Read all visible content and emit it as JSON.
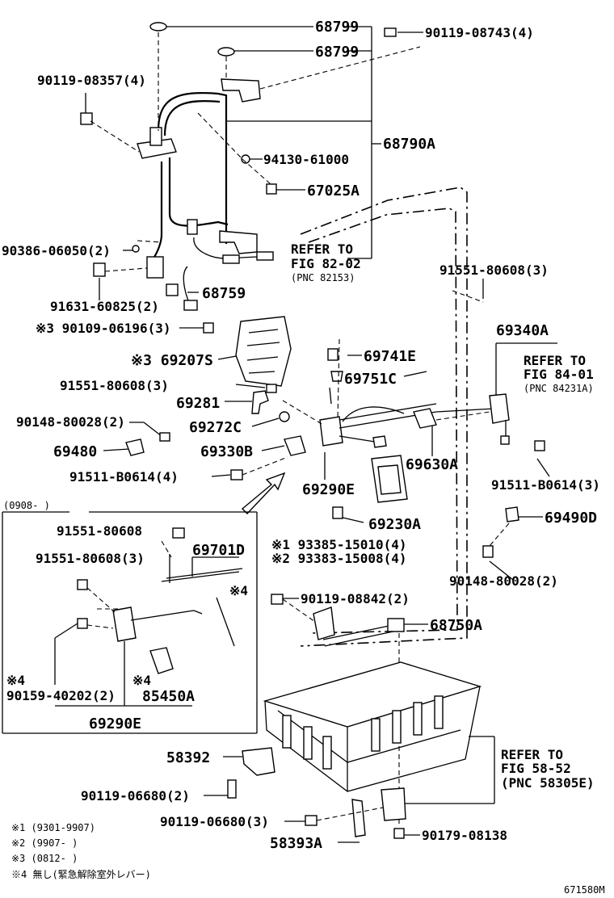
{
  "labels": {
    "p68799a": "68799",
    "p68799b": "68799",
    "p90119_08743": "90119-08743(4)",
    "p90119_08357": "90119-08357(4)",
    "p68790A": "68790A",
    "p94130": "94130-61000",
    "p67025A": "67025A",
    "p90386": "90386-06050(2)",
    "p91631": "91631-60825(2)",
    "p68759": "68759",
    "p90109": "※3 90109-06196(3)",
    "p69207S": "※3 69207S",
    "p91551_top": "91551-80608(3)",
    "p91551_mid": "91551-80608(3)",
    "p69281": "69281",
    "p69272C": "69272C",
    "p90148_left": "90148-80028(2)",
    "p69480": "69480",
    "p69330B": "69330B",
    "p91511_left": "91511-B0614(4)",
    "p69741E": "69741E",
    "p69751C": "69751C",
    "p69340A": "69340A",
    "p69630A": "69630A",
    "p91511_right": "91511-B0614(3)",
    "p69290E": "69290E",
    "p69230A": "69230A",
    "p69490D": "69490D",
    "p93385": "※1 93385-15010(4)",
    "p93383": "※2 93383-15008(4)",
    "p90148_right": "90148-80028(2)",
    "p90119_08842": "90119-08842(2)",
    "p68750A": "68750A",
    "p58392": "58392",
    "p90119_06680a": "90119-06680(2)",
    "p90119_06680b": "90119-06680(3)",
    "p58393A": "58393A",
    "p90179": "90179-08138"
  },
  "refs": {
    "fig82_line1": "REFER TO",
    "fig82_line2": "FIG 82-02",
    "fig82_pnc": "(PNC 82153)",
    "fig84_line1": "REFER TO",
    "fig84_line2": "FIG 84-01",
    "fig84_pnc": "(PNC 84231A)",
    "fig58_line1": "REFER TO",
    "fig58_line2": "FIG 58-52",
    "fig58_pnc": "(PNC 58305E)"
  },
  "inset": {
    "date": "(0908-    )",
    "p91551_a": "91551-80608",
    "p91551_b": "91551-80608(3)",
    "p69701D": "69701D",
    "mark4_right": "※4",
    "mark4_left": "※4",
    "mark4_mid": "※4",
    "p90159": "90159-40202(2)",
    "p85450A": "85450A",
    "p69290E": "69290E"
  },
  "notes": [
    "※1  (9301-9907)",
    "※2  (9907-      )",
    "※3  (0812-      )",
    "※4  無し(緊急解除室外レバー)"
  ],
  "catalog_id": "671580M"
}
